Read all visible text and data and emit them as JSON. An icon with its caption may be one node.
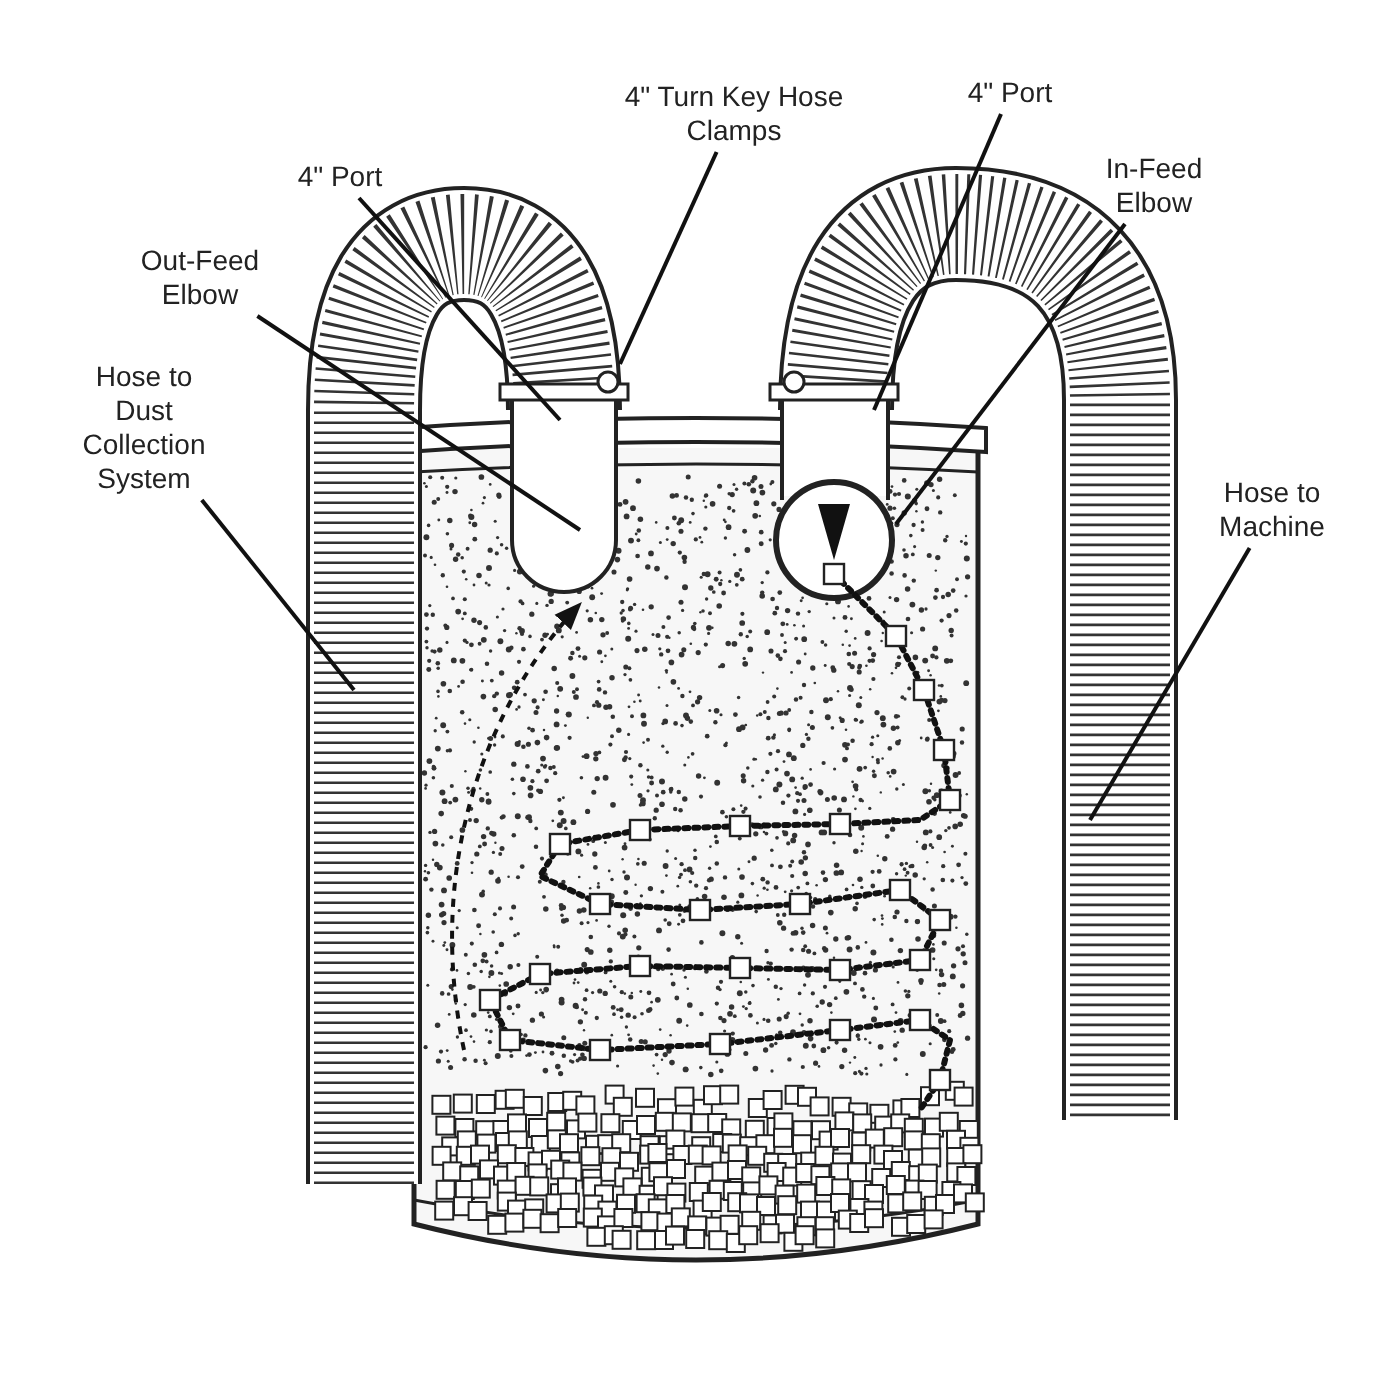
{
  "diagram": {
    "nodes": [
      {
        "text": [
          "4\" Port"
        ]
      },
      {
        "text": [
          "4\" Turn Key Hose Clamps"
        ]
      },
      {
        "text": [
          "4\" Port"
        ]
      },
      {
        "text": [
          "In-Feed Elbow"
        ]
      },
      {
        "text": [
          "Out-Feed Elbow"
        ]
      },
      {
        "text": [
          "Hose to Dust Collection System"
        ]
      },
      {
        "text": [
          "Hose to Machine"
        ]
      }
    ],
    "edges": [
      {
        "from": 0,
        "to": null,
        "arrow": "none"
      },
      {
        "from": 1,
        "to": null,
        "arrow": "none"
      },
      {
        "from": 2,
        "to": null,
        "arrow": "none"
      },
      {
        "from": 3,
        "to": null,
        "arrow": "none"
      },
      {
        "from": 4,
        "to": null,
        "arrow": "none"
      },
      {
        "from": 5,
        "to": null,
        "arrow": "none"
      },
      {
        "from": 6,
        "to": null,
        "arrow": "none"
      }
    ]
  }
}
